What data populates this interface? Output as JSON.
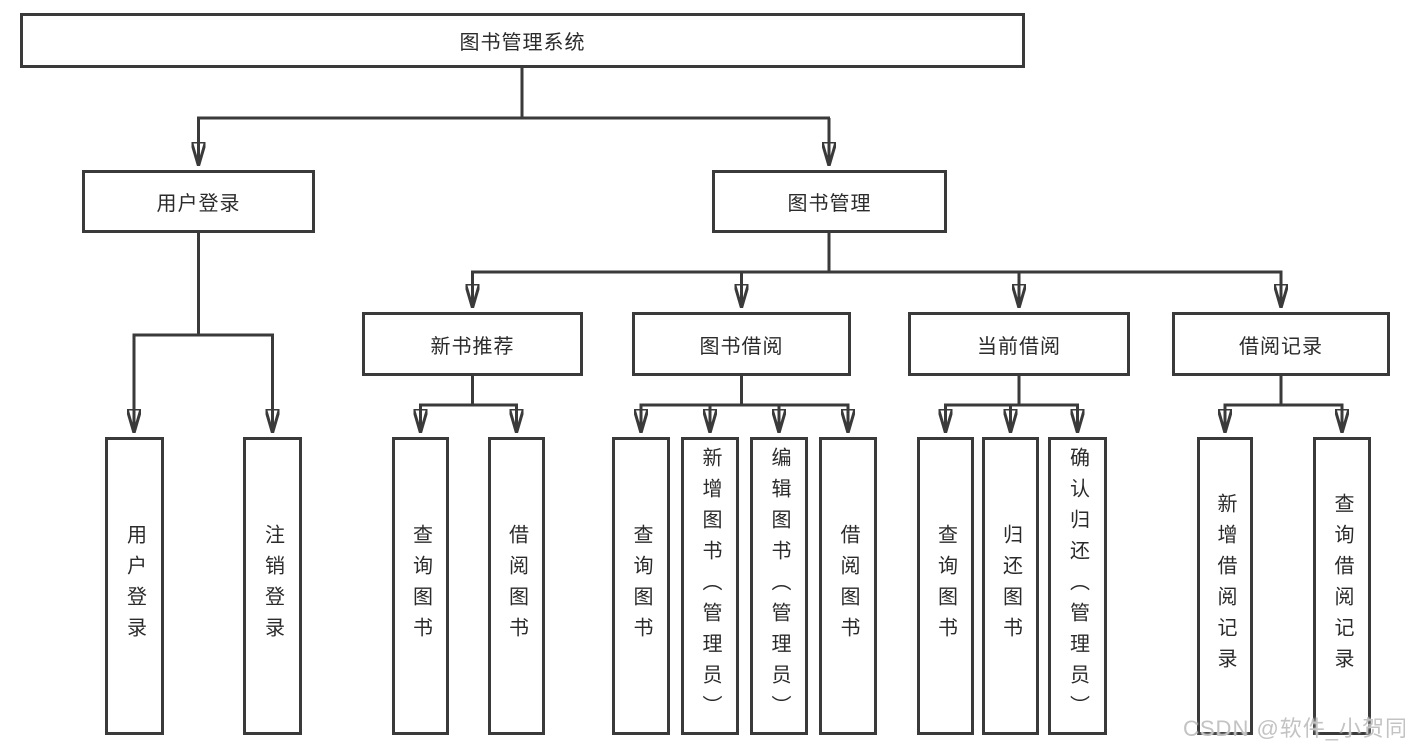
{
  "colors": {
    "line": "#3a3a3a",
    "text": "#2b2b2b",
    "watermark": "#c3c3c3",
    "background": "#ffffff"
  },
  "nodes": {
    "root": "图书管理系统",
    "user_login": {
      "label": "用户登录",
      "children": [
        "用户登录",
        "注销登录"
      ]
    },
    "book_management": {
      "label": "图书管理",
      "sections": {
        "new_book_recommend": {
          "label": "新书推荐",
          "children": [
            "查询图书",
            "借阅图书"
          ]
        },
        "book_borrow": {
          "label": "图书借阅",
          "children": [
            "查询图书",
            "新增图书（管理员）",
            "编辑图书（管理员）",
            "借阅图书"
          ]
        },
        "current_borrow": {
          "label": "当前借阅",
          "children": [
            "查询图书",
            "归还图书",
            "确认归还（管理员）"
          ]
        },
        "borrow_records": {
          "label": "借阅记录",
          "children": [
            "新增借阅记录",
            "查询借阅记录"
          ]
        }
      }
    }
  },
  "watermark": "CSDN @软件_小贺同学"
}
